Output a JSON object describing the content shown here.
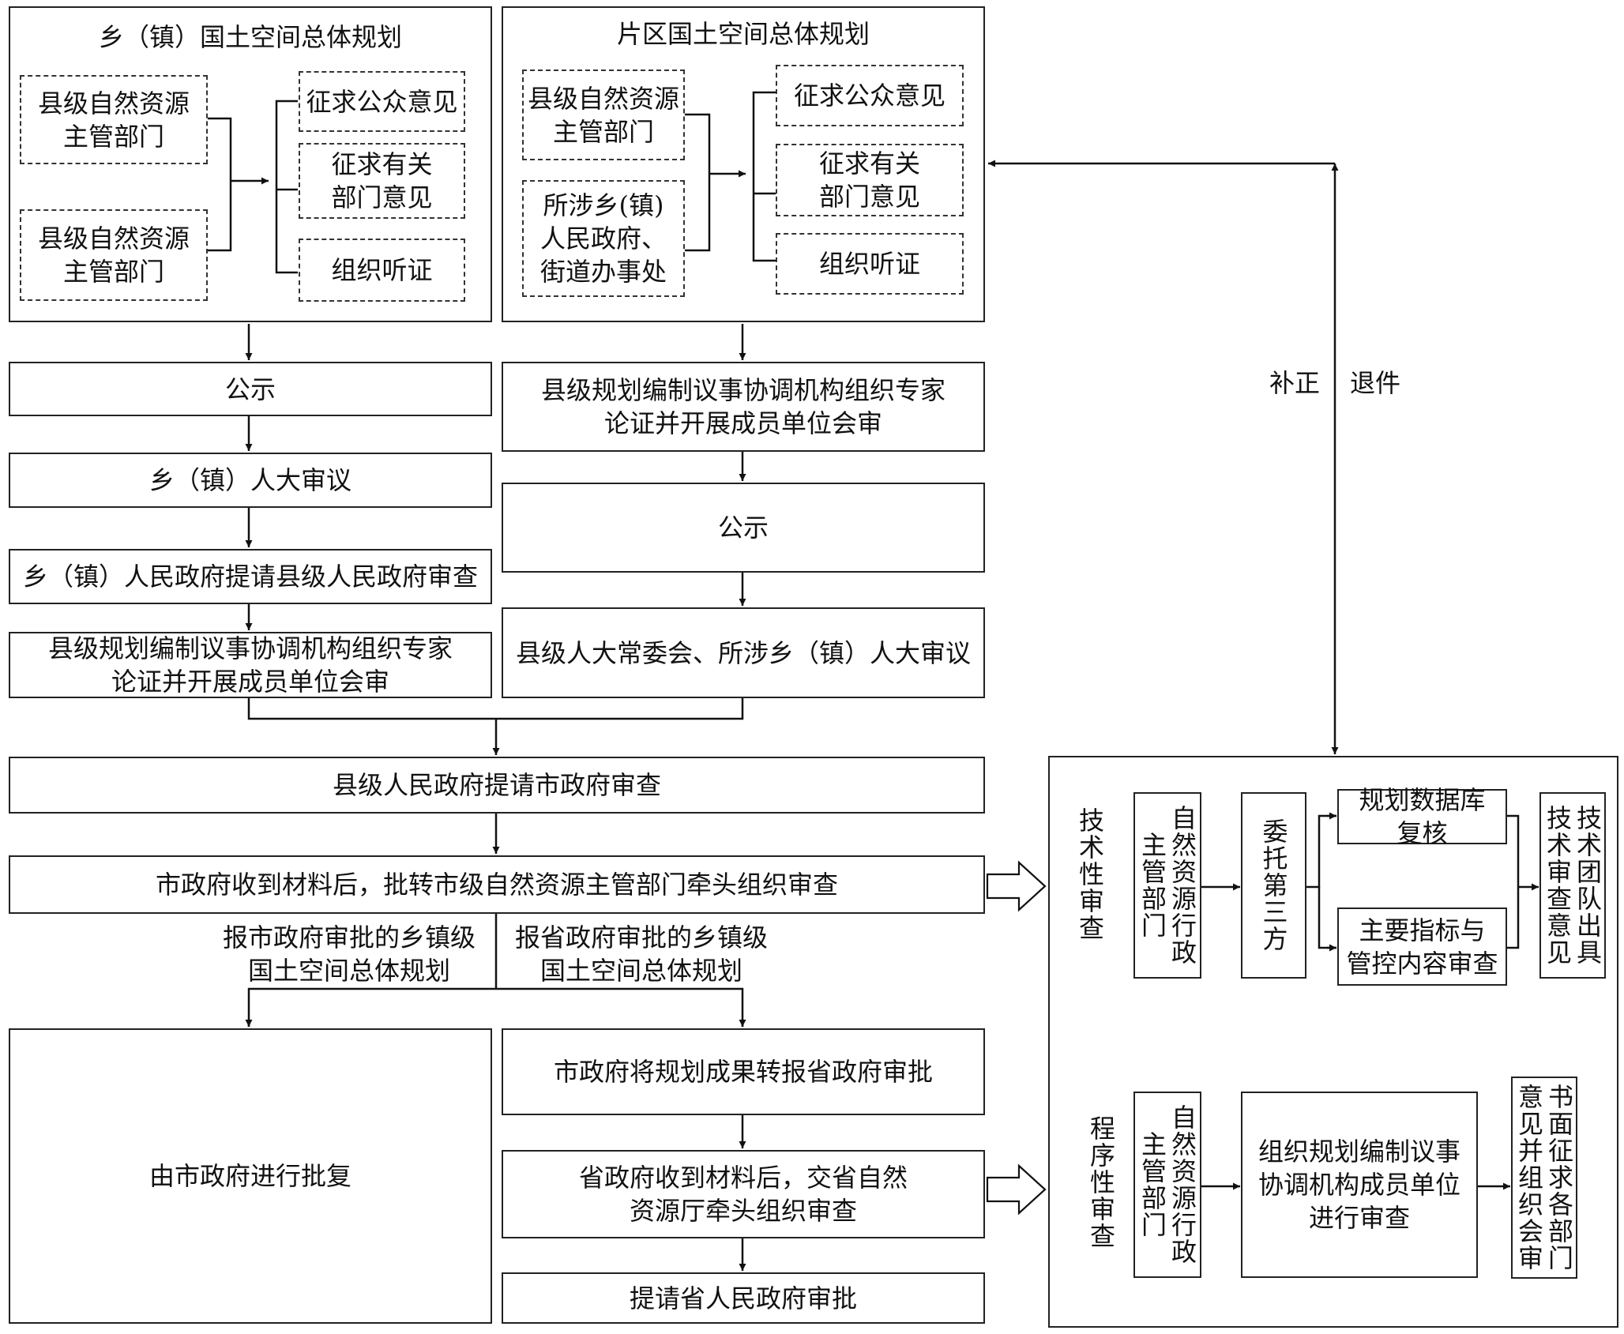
{
  "top_left": {
    "title": "乡（镇）国土空间总体规划",
    "dept_a": "县级自然资源\n主管部门",
    "dept_b": "县级自然资源\n主管部门",
    "opt_1": "征求公众意见",
    "opt_2": "征求有关\n部门意见",
    "opt_3": "组织听证"
  },
  "top_mid": {
    "title": "片区国土空间总体规划",
    "dept_a": "县级自然资源\n主管部门",
    "dept_b": "所涉乡(镇)\n人民政府、\n街道办事处",
    "opt_1": "征求公众意见",
    "opt_2": "征求有关\n部门意见",
    "opt_3": "组织听证"
  },
  "left_flow": [
    "公示",
    "乡（镇）人大审议",
    "乡（镇）人民政府提请县级人民政府审查",
    "县级规划编制议事协调机构组织专家\n论证并开展成员单位会审"
  ],
  "mid_flow": [
    "县级规划编制议事协调机构组织专家\n论证并开展成员单位会审",
    "公示",
    "县级人大常委会、所涉乡（镇）人大审议"
  ],
  "county_submit": "县级人民政府提请市政府审查",
  "city_receive": "市政府收到材料后，批转市级自然资源主管部门牵头组织审查",
  "branch_city": "报市政府审批的乡镇级\n国土空间总体规划",
  "branch_province": "报省政府审批的乡镇级\n国土空间总体规划",
  "city_approve": "由市政府进行批复",
  "province_flow": [
    "市政府将规划成果转报省政府审批",
    "省政府收到材料后，交省自然\n资源厅牵头组织审查",
    "提请省人民政府审批"
  ],
  "feedback": {
    "label_a": "补正",
    "label_b": "退件"
  },
  "review": {
    "tech": {
      "label": "技术性审查",
      "dept": "自然资源行政主管部门",
      "third": "委托第三方",
      "check_a": "规划数据库\n复核",
      "check_b": "主要指标与\n管控内容审查",
      "result": "技术团队出具技术审查意见"
    },
    "proc": {
      "label": "程序性审查",
      "dept": "自然资源行政主管部门",
      "org": "组织规划编制议事\n协调机构成员单位\n进行审查",
      "result": "书面征求各部门意见并组织会审"
    }
  }
}
